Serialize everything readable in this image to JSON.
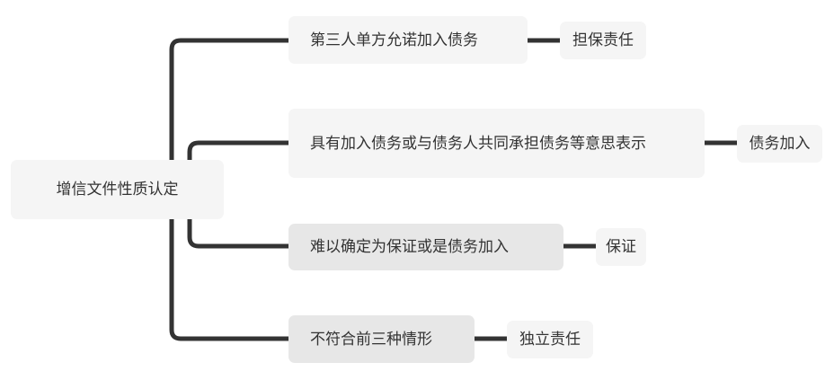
{
  "root": {
    "label": "增信文件性质认定"
  },
  "branches": [
    {
      "condition": "第三人单方允诺加入债务",
      "result": "担保责任"
    },
    {
      "condition": "具有加入债务或与债务人共同承担债务等意思表示",
      "result": "债务加入"
    },
    {
      "condition": "难以确定为保证或是债务加入",
      "result": "保证"
    },
    {
      "condition": "不符合前三种情形",
      "result": "独立责任"
    }
  ],
  "colors": {
    "line": "#333333",
    "node_light": "#f5f5f5",
    "node_gray": "#e7e7e7",
    "text": "#333333"
  }
}
